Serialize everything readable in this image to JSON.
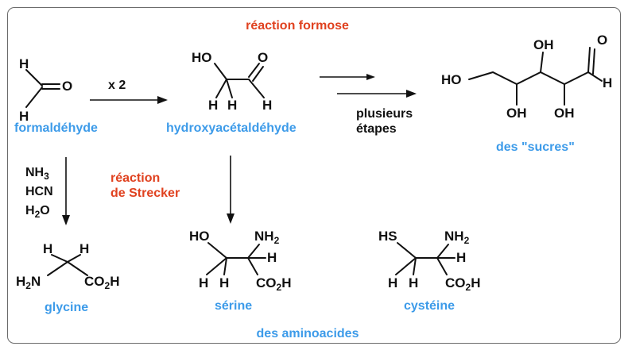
{
  "colors": {
    "name": "#3d9be9",
    "reaction": "#e0411f",
    "ink": "#111111",
    "frame": "#6b6b6b"
  },
  "labels": {
    "formose_reaction": "réaction formose",
    "strecker_line1": "réaction",
    "strecker_line2": "de Strecker",
    "formaldehyde": "formaldéhyde",
    "hydroxyacetaldehyde": "hydroxyacétaldéhyde",
    "sugars": "des \"sucres\"",
    "glycine": "glycine",
    "serine": "sérine",
    "cysteine": "cystéine",
    "amino_acids": "des aminoacides"
  },
  "conditions": {
    "times_two": "x 2",
    "several_line1": "plusieurs",
    "several_line2": "étapes",
    "nh3": "NH",
    "nh3_sub": "3",
    "hcn": "HCN",
    "h2o_h": "H",
    "h2o_sub": "2",
    "h2o_o": "O"
  },
  "atoms": {
    "h": "H",
    "o": "O",
    "ho": "HO",
    "oh": "OH",
    "hs": "HS",
    "nh": "NH",
    "two": "2",
    "co": "CO",
    "h_2n_h": "H",
    "h_2n_n": "N"
  }
}
